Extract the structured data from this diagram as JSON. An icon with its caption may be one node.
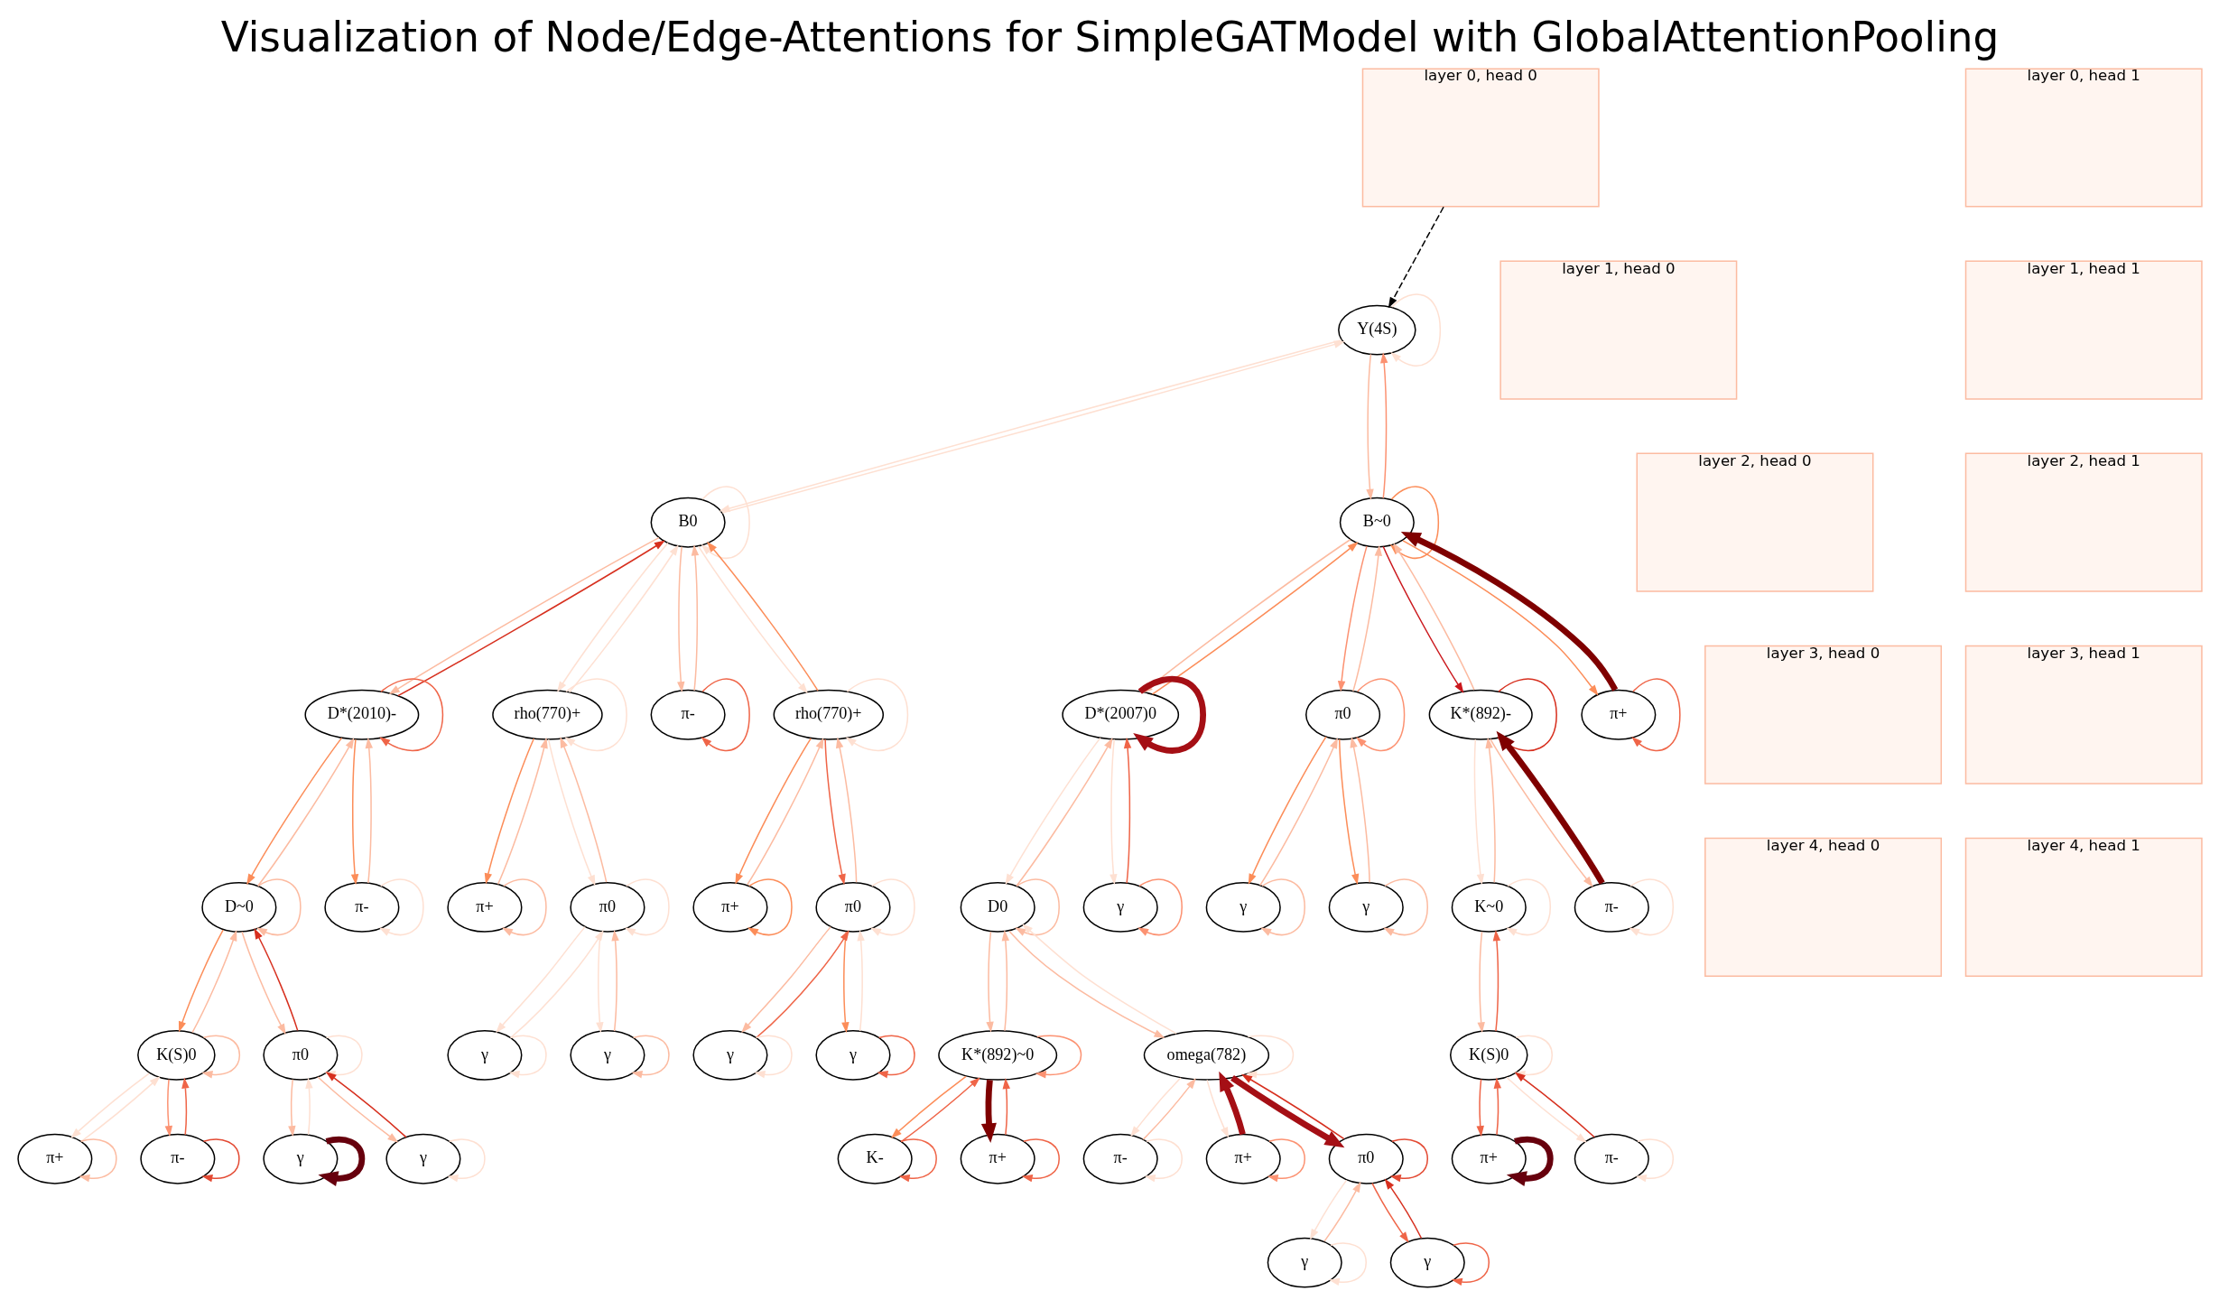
{
  "diagram": {
    "title": "Visualization of Node/Edge-Attentions for SimpleGATModel with GlobalAttentionPooling",
    "nodes": [
      {
        "text": [
          "Y(4S)"
        ]
      },
      {
        "text": [
          "B0"
        ]
      },
      {
        "text": [
          "B~0"
        ]
      },
      {
        "text": [
          "D*(2010)-"
        ]
      },
      {
        "text": [
          "rho(770)+"
        ]
      },
      {
        "text": [
          "π-"
        ]
      },
      {
        "text": [
          "rho(770)+"
        ]
      },
      {
        "text": [
          "D*(2007)0"
        ]
      },
      {
        "text": [
          "π0"
        ]
      },
      {
        "text": [
          "K*(892)-"
        ]
      },
      {
        "text": [
          "π+"
        ]
      },
      {
        "text": [
          "D~0"
        ]
      },
      {
        "text": [
          "π-"
        ]
      },
      {
        "text": [
          "π+"
        ]
      },
      {
        "text": [
          "π0"
        ]
      },
      {
        "text": [
          "π+"
        ]
      },
      {
        "text": [
          "π0"
        ]
      },
      {
        "text": [
          "D0"
        ]
      },
      {
        "text": [
          "γ"
        ]
      },
      {
        "text": [
          "γ"
        ]
      },
      {
        "text": [
          "γ"
        ]
      },
      {
        "text": [
          "K~0"
        ]
      },
      {
        "text": [
          "π-"
        ]
      },
      {
        "text": [
          "K(S)0"
        ]
      },
      {
        "text": [
          "π0"
        ]
      },
      {
        "text": [
          "γ"
        ]
      },
      {
        "text": [
          "γ"
        ]
      },
      {
        "text": [
          "γ"
        ]
      },
      {
        "text": [
          "γ"
        ]
      },
      {
        "text": [
          "K*(892)~0"
        ]
      },
      {
        "text": [
          "omega(782)"
        ]
      },
      {
        "text": [
          "K(S)0"
        ]
      },
      {
        "text": [
          "π+"
        ]
      },
      {
        "text": [
          "π-"
        ]
      },
      {
        "text": [
          "γ"
        ]
      },
      {
        "text": [
          "γ"
        ]
      },
      {
        "text": [
          "K-"
        ]
      },
      {
        "text": [
          "π+"
        ]
      },
      {
        "text": [
          "π-"
        ]
      },
      {
        "text": [
          "π+"
        ]
      },
      {
        "text": [
          "π0"
        ]
      },
      {
        "text": [
          "π+"
        ]
      },
      {
        "text": [
          "π-"
        ]
      },
      {
        "text": [
          "γ"
        ]
      },
      {
        "text": [
          "γ"
        ]
      },
      {
        "text": [
          "layer 0, head 0"
        ]
      },
      {
        "text": [
          "layer 0, head 1"
        ]
      },
      {
        "text": [
          "layer 1, head 0"
        ]
      },
      {
        "text": [
          "layer 1, head 1"
        ]
      },
      {
        "text": [
          "layer 2, head 0"
        ]
      },
      {
        "text": [
          "layer 2, head 1"
        ]
      },
      {
        "text": [
          "layer 3, head 0"
        ]
      },
      {
        "text": [
          "layer 3, head 1"
        ]
      },
      {
        "text": [
          "layer 4, head 0"
        ]
      },
      {
        "text": [
          "layer 4, head 1"
        ]
      }
    ],
    "edges": [
      {
        "from": 45,
        "to": 0,
        "arrow": "to",
        "style": "dashed",
        "color": "#000000"
      },
      {
        "from": 0,
        "to": 1,
        "arrow": "to",
        "color": "#fee0d2"
      },
      {
        "from": 1,
        "to": 0,
        "arrow": "to",
        "color": "#fee0d2"
      },
      {
        "from": 0,
        "to": 2,
        "arrow": "to",
        "color": "#fcbba1"
      },
      {
        "from": 2,
        "to": 0,
        "arrow": "to",
        "color": "#fc9272"
      },
      {
        "from": 1,
        "to": 3,
        "arrow": "to",
        "color": "#fcbba1"
      },
      {
        "from": 3,
        "to": 1,
        "arrow": "to",
        "color": "#d7301f"
      },
      {
        "from": 1,
        "to": 4,
        "arrow": "to",
        "color": "#fee0d2"
      },
      {
        "from": 4,
        "to": 1,
        "arrow": "to",
        "color": "#fee0d2"
      },
      {
        "from": 1,
        "to": 5,
        "arrow": "to",
        "color": "#fcbba1"
      },
      {
        "from": 5,
        "to": 1,
        "arrow": "to",
        "color": "#fcbba1"
      },
      {
        "from": 1,
        "to": 6,
        "arrow": "to",
        "color": "#fee0d2"
      },
      {
        "from": 6,
        "to": 1,
        "arrow": "to",
        "color": "#fc8d59"
      },
      {
        "from": 2,
        "to": 7,
        "arrow": "to",
        "color": "#fcbba1"
      },
      {
        "from": 7,
        "to": 2,
        "arrow": "to",
        "color": "#fc8d59"
      },
      {
        "from": 2,
        "to": 8,
        "arrow": "to",
        "color": "#fc9272"
      },
      {
        "from": 8,
        "to": 2,
        "arrow": "to",
        "color": "#fcbba1"
      },
      {
        "from": 2,
        "to": 9,
        "arrow": "to",
        "color": "#cb181d"
      },
      {
        "from": 9,
        "to": 2,
        "arrow": "to",
        "color": "#fcbba1"
      },
      {
        "from": 2,
        "to": 10,
        "arrow": "to",
        "color": "#fc8d59"
      },
      {
        "from": 10,
        "to": 2,
        "arrow": "to",
        "style": "thick",
        "color": "#7f0000"
      },
      {
        "from": 3,
        "to": 11,
        "arrow": "to",
        "color": "#fc8d59"
      },
      {
        "from": 11,
        "to": 3,
        "arrow": "to",
        "color": "#fcbba1"
      },
      {
        "from": 3,
        "to": 12,
        "arrow": "to",
        "color": "#fc8d59"
      },
      {
        "from": 12,
        "to": 3,
        "arrow": "to",
        "color": "#fcbba1"
      },
      {
        "from": 4,
        "to": 13,
        "arrow": "to",
        "color": "#fc8d59"
      },
      {
        "from": 13,
        "to": 4,
        "arrow": "to",
        "color": "#fcbba1"
      },
      {
        "from": 4,
        "to": 14,
        "arrow": "to",
        "color": "#fee0d2"
      },
      {
        "from": 14,
        "to": 4,
        "arrow": "to",
        "color": "#fcbba1"
      },
      {
        "from": 6,
        "to": 15,
        "arrow": "to",
        "color": "#fc8d59"
      },
      {
        "from": 15,
        "to": 6,
        "arrow": "to",
        "color": "#fcbba1"
      },
      {
        "from": 6,
        "to": 16,
        "arrow": "to",
        "color": "#ef6548"
      },
      {
        "from": 16,
        "to": 6,
        "arrow": "to",
        "color": "#fcbba1"
      },
      {
        "from": 7,
        "to": 17,
        "arrow": "to",
        "color": "#fee0d2"
      },
      {
        "from": 17,
        "to": 7,
        "arrow": "to",
        "color": "#fcbba1"
      },
      {
        "from": 7,
        "to": 18,
        "arrow": "to",
        "color": "#fee0d2"
      },
      {
        "from": 18,
        "to": 7,
        "arrow": "to",
        "color": "#ef6548"
      },
      {
        "from": 8,
        "to": 19,
        "arrow": "to",
        "color": "#fc8d59"
      },
      {
        "from": 19,
        "to": 8,
        "arrow": "to",
        "color": "#fcbba1"
      },
      {
        "from": 8,
        "to": 20,
        "arrow": "to",
        "color": "#fc8d59"
      },
      {
        "from": 20,
        "to": 8,
        "arrow": "to",
        "color": "#fcbba1"
      },
      {
        "from": 9,
        "to": 21,
        "arrow": "to",
        "color": "#fee0d2"
      },
      {
        "from": 21,
        "to": 9,
        "arrow": "to",
        "color": "#fcbba1"
      },
      {
        "from": 9,
        "to": 22,
        "arrow": "to",
        "color": "#fcbba1"
      },
      {
        "from": 22,
        "to": 9,
        "arrow": "to",
        "style": "thick",
        "color": "#7f0000"
      },
      {
        "from": 11,
        "to": 23,
        "arrow": "to",
        "color": "#fc8d59"
      },
      {
        "from": 23,
        "to": 11,
        "arrow": "to",
        "color": "#fcbba1"
      },
      {
        "from": 11,
        "to": 24,
        "arrow": "to",
        "color": "#fcbba1"
      },
      {
        "from": 24,
        "to": 11,
        "arrow": "to",
        "color": "#d7301f"
      },
      {
        "from": 14,
        "to": 25,
        "arrow": "to",
        "color": "#fee0d2"
      },
      {
        "from": 25,
        "to": 14,
        "arrow": "to",
        "color": "#fee0d2"
      },
      {
        "from": 14,
        "to": 26,
        "arrow": "to",
        "color": "#fee0d2"
      },
      {
        "from": 26,
        "to": 14,
        "arrow": "to",
        "color": "#fcbba1"
      },
      {
        "from": 16,
        "to": 27,
        "arrow": "to",
        "color": "#fcbba1"
      },
      {
        "from": 27,
        "to": 16,
        "arrow": "to",
        "color": "#ef6548"
      },
      {
        "from": 16,
        "to": 28,
        "arrow": "to",
        "color": "#fc8d59"
      },
      {
        "from": 28,
        "to": 16,
        "arrow": "to",
        "color": "#fee0d2"
      },
      {
        "from": 17,
        "to": 29,
        "arrow": "to",
        "color": "#fcbba1"
      },
      {
        "from": 29,
        "to": 17,
        "arrow": "to",
        "color": "#fcbba1"
      },
      {
        "from": 17,
        "to": 30,
        "arrow": "to",
        "color": "#fcbba1"
      },
      {
        "from": 30,
        "to": 17,
        "arrow": "to",
        "color": "#fee0d2"
      },
      {
        "from": 21,
        "to": 31,
        "arrow": "to",
        "color": "#fcbba1"
      },
      {
        "from": 31,
        "to": 21,
        "arrow": "to",
        "color": "#ef6548"
      },
      {
        "from": 23,
        "to": 32,
        "arrow": "to",
        "color": "#fee0d2"
      },
      {
        "from": 32,
        "to": 23,
        "arrow": "to",
        "color": "#fee0d2"
      },
      {
        "from": 23,
        "to": 33,
        "arrow": "to",
        "color": "#fc9272"
      },
      {
        "from": 33,
        "to": 23,
        "arrow": "to",
        "color": "#ef6548"
      },
      {
        "from": 24,
        "to": 34,
        "arrow": "to",
        "color": "#fcbba1"
      },
      {
        "from": 34,
        "to": 24,
        "arrow": "to",
        "color": "#fee0d2"
      },
      {
        "from": 24,
        "to": 35,
        "arrow": "to",
        "color": "#fcbba1"
      },
      {
        "from": 35,
        "to": 24,
        "arrow": "to",
        "color": "#d7301f"
      },
      {
        "from": 29,
        "to": 36,
        "arrow": "to",
        "color": "#fc8d59"
      },
      {
        "from": 36,
        "to": 29,
        "arrow": "to",
        "color": "#ef6548"
      },
      {
        "from": 29,
        "to": 37,
        "arrow": "to",
        "style": "thick",
        "color": "#7f0000"
      },
      {
        "from": 37,
        "to": 29,
        "arrow": "to",
        "color": "#ef6548"
      },
      {
        "from": 30,
        "to": 38,
        "arrow": "to",
        "color": "#fee0d2"
      },
      {
        "from": 38,
        "to": 30,
        "arrow": "to",
        "color": "#fcbba1"
      },
      {
        "from": 30,
        "to": 39,
        "arrow": "to",
        "color": "#fee0d2"
      },
      {
        "from": 39,
        "to": 30,
        "arrow": "to",
        "style": "thick",
        "color": "#a50f15"
      },
      {
        "from": 30,
        "to": 40,
        "arrow": "to",
        "style": "thick",
        "color": "#a50f15"
      },
      {
        "from": 40,
        "to": 30,
        "arrow": "to",
        "color": "#d7301f"
      },
      {
        "from": 31,
        "to": 41,
        "arrow": "to",
        "color": "#ef6548"
      },
      {
        "from": 41,
        "to": 31,
        "arrow": "to",
        "color": "#ef6548"
      },
      {
        "from": 31,
        "to": 42,
        "arrow": "to",
        "color": "#fee0d2"
      },
      {
        "from": 42,
        "to": 31,
        "arrow": "to",
        "color": "#d7301f"
      },
      {
        "from": 40,
        "to": 43,
        "arrow": "to",
        "color": "#fee0d2"
      },
      {
        "from": 43,
        "to": 40,
        "arrow": "to",
        "color": "#fcbba1"
      },
      {
        "from": 40,
        "to": 44,
        "arrow": "to",
        "color": "#ef6548"
      },
      {
        "from": 44,
        "to": 40,
        "arrow": "to",
        "color": "#d7301f"
      },
      {
        "from": 0,
        "to": 0,
        "arrow": "to",
        "color": "#fee0d2"
      },
      {
        "from": 1,
        "to": 1,
        "arrow": "to",
        "color": "#fee0d2"
      },
      {
        "from": 2,
        "to": 2,
        "arrow": "to",
        "color": "#fc8d59"
      },
      {
        "from": 3,
        "to": 3,
        "arrow": "to",
        "color": "#ef6548"
      },
      {
        "from": 4,
        "to": 4,
        "arrow": "to",
        "color": "#fee0d2"
      },
      {
        "from": 5,
        "to": 5,
        "arrow": "to",
        "color": "#ef6548"
      },
      {
        "from": 6,
        "to": 6,
        "arrow": "to",
        "color": "#fee0d2"
      },
      {
        "from": 7,
        "to": 7,
        "arrow": "to",
        "style": "thick",
        "color": "#a50f15"
      },
      {
        "from": 8,
        "to": 8,
        "arrow": "to",
        "color": "#fc9272"
      },
      {
        "from": 9,
        "to": 9,
        "arrow": "to",
        "color": "#d7301f"
      },
      {
        "from": 10,
        "to": 10,
        "arrow": "to",
        "color": "#ef6548"
      },
      {
        "from": 11,
        "to": 11,
        "arrow": "to",
        "color": "#fcbba1"
      },
      {
        "from": 12,
        "to": 12,
        "arrow": "to",
        "color": "#fee0d2"
      },
      {
        "from": 13,
        "to": 13,
        "arrow": "to",
        "color": "#fcbba1"
      },
      {
        "from": 14,
        "to": 14,
        "arrow": "to",
        "color": "#fee0d2"
      },
      {
        "from": 15,
        "to": 15,
        "arrow": "to",
        "color": "#fc8d59"
      },
      {
        "from": 16,
        "to": 16,
        "arrow": "to",
        "color": "#fee0d2"
      },
      {
        "from": 17,
        "to": 17,
        "arrow": "to",
        "color": "#fcbba1"
      },
      {
        "from": 18,
        "to": 18,
        "arrow": "to",
        "color": "#fc9272"
      },
      {
        "from": 19,
        "to": 19,
        "arrow": "to",
        "color": "#fcbba1"
      },
      {
        "from": 20,
        "to": 20,
        "arrow": "to",
        "color": "#fcbba1"
      },
      {
        "from": 21,
        "to": 21,
        "arrow": "to",
        "color": "#fee0d2"
      },
      {
        "from": 22,
        "to": 22,
        "arrow": "to",
        "color": "#fee0d2"
      },
      {
        "from": 23,
        "to": 23,
        "arrow": "to",
        "color": "#fcbba1"
      },
      {
        "from": 24,
        "to": 24,
        "arrow": "to",
        "color": "#fee0d2"
      },
      {
        "from": 25,
        "to": 25,
        "arrow": "to",
        "color": "#fee0d2"
      },
      {
        "from": 26,
        "to": 26,
        "arrow": "to",
        "color": "#fcbba1"
      },
      {
        "from": 27,
        "to": 27,
        "arrow": "to",
        "color": "#fee0d2"
      },
      {
        "from": 28,
        "to": 28,
        "arrow": "to",
        "color": "#ef6548"
      },
      {
        "from": 29,
        "to": 29,
        "arrow": "to",
        "color": "#fc9272"
      },
      {
        "from": 30,
        "to": 30,
        "arrow": "to",
        "color": "#fee0d2"
      },
      {
        "from": 31,
        "to": 31,
        "arrow": "to",
        "color": "#fee0d2"
      },
      {
        "from": 32,
        "to": 32,
        "arrow": "to",
        "color": "#fcbba1"
      },
      {
        "from": 33,
        "to": 33,
        "arrow": "to",
        "color": "#e34a33"
      },
      {
        "from": 34,
        "to": 34,
        "arrow": "to",
        "style": "thick",
        "color": "#67000d"
      },
      {
        "from": 35,
        "to": 35,
        "arrow": "to",
        "color": "#fee0d2"
      },
      {
        "from": 36,
        "to": 36,
        "arrow": "to",
        "color": "#ef6548"
      },
      {
        "from": 37,
        "to": 37,
        "arrow": "to",
        "color": "#ef6548"
      },
      {
        "from": 38,
        "to": 38,
        "arrow": "to",
        "color": "#fee0d2"
      },
      {
        "from": 39,
        "to": 39,
        "arrow": "to",
        "color": "#fc9272"
      },
      {
        "from": 40,
        "to": 40,
        "arrow": "to",
        "color": "#e34a33"
      },
      {
        "from": 41,
        "to": 41,
        "arrow": "to",
        "style": "thick",
        "color": "#67000d"
      },
      {
        "from": 42,
        "to": 42,
        "arrow": "to",
        "color": "#fee0d2"
      },
      {
        "from": 43,
        "to": 43,
        "arrow": "to",
        "color": "#fee0d2"
      },
      {
        "from": 44,
        "to": 44,
        "arrow": "to",
        "color": "#ef6548"
      }
    ]
  }
}
